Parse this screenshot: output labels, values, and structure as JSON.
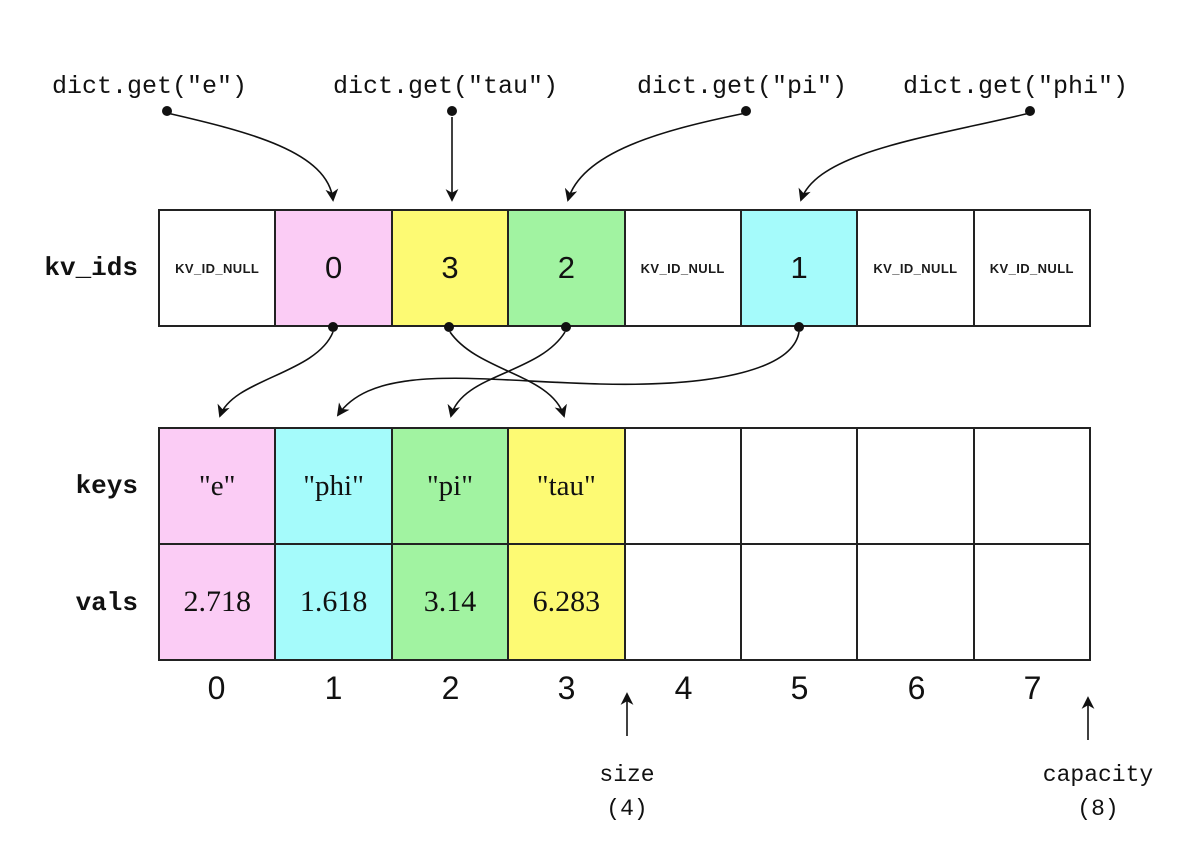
{
  "colors": {
    "pink": "#fbccf5",
    "yellow": "#fdfa73",
    "green": "#a1f3a1",
    "cyan": "#a5fbfb",
    "white": "#ffffff",
    "line": "#111111"
  },
  "get_labels": [
    "dict.get(\"e\")",
    "dict.get(\"tau\")",
    "dict.get(\"pi\")",
    "dict.get(\"phi\")"
  ],
  "kv_ids": {
    "label": "kv_ids",
    "cells": [
      {
        "text": "KV_ID_NULL",
        "color": "white"
      },
      {
        "text": "0",
        "color": "pink"
      },
      {
        "text": "3",
        "color": "yellow"
      },
      {
        "text": "2",
        "color": "green"
      },
      {
        "text": "KV_ID_NULL",
        "color": "white"
      },
      {
        "text": "1",
        "color": "cyan"
      },
      {
        "text": "KV_ID_NULL",
        "color": "white"
      },
      {
        "text": "KV_ID_NULL",
        "color": "white"
      }
    ]
  },
  "keys": {
    "label": "keys",
    "cells": [
      {
        "text": "\"e\"",
        "color": "pink"
      },
      {
        "text": "\"phi\"",
        "color": "cyan"
      },
      {
        "text": "\"pi\"",
        "color": "green"
      },
      {
        "text": "\"tau\"",
        "color": "yellow"
      },
      {
        "text": "",
        "color": "white"
      },
      {
        "text": "",
        "color": "white"
      },
      {
        "text": "",
        "color": "white"
      },
      {
        "text": "",
        "color": "white"
      }
    ]
  },
  "vals": {
    "label": "vals",
    "cells": [
      {
        "text": "2.718",
        "color": "pink"
      },
      {
        "text": "1.618",
        "color": "cyan"
      },
      {
        "text": "3.14",
        "color": "green"
      },
      {
        "text": "6.283",
        "color": "yellow"
      },
      {
        "text": "",
        "color": "white"
      },
      {
        "text": "",
        "color": "white"
      },
      {
        "text": "",
        "color": "white"
      },
      {
        "text": "",
        "color": "white"
      }
    ]
  },
  "indices": [
    "0",
    "1",
    "2",
    "3",
    "4",
    "5",
    "6",
    "7"
  ],
  "size_annotation": {
    "label": "size",
    "value": "(4)"
  },
  "capacity_annotation": {
    "label": "capacity",
    "value": "(8)"
  }
}
